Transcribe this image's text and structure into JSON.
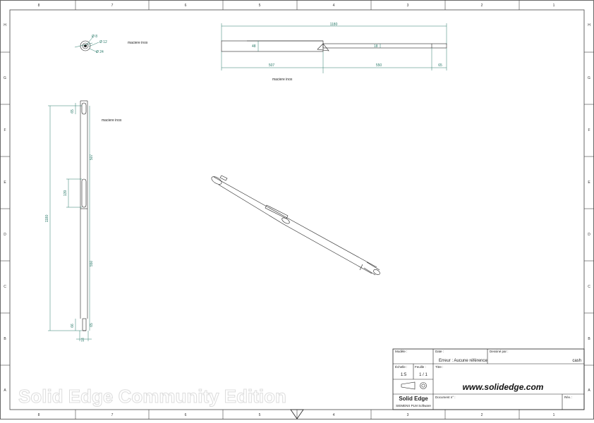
{
  "border": {
    "columns": [
      "8",
      "7",
      "6",
      "5",
      "4",
      "3",
      "2",
      "1"
    ],
    "rows": [
      "H",
      "G",
      "F",
      "E",
      "D",
      "C",
      "B",
      "A"
    ]
  },
  "notes": {
    "material_1": "maciere inox",
    "material_2": "maciere inox",
    "material_3": "maciere inox"
  },
  "detail_view": {
    "dims": [
      "Ø 8",
      "Ø 12",
      "Ø 24"
    ]
  },
  "top_view": {
    "dims": {
      "overall": "1180",
      "left_len": "507",
      "right_len": "550",
      "tip_len": "65",
      "dia_left": "48",
      "dia_right": "18"
    }
  },
  "side_view": {
    "dims": {
      "overall": "1180",
      "slot_top": "65",
      "upper": "507",
      "mid_slot": "139",
      "lower": "550",
      "tip": "65",
      "bottom_a": "66",
      "bottom_w": "18"
    }
  },
  "title_block": {
    "made_by_label": "Modèle :",
    "date_label": "Date :",
    "drawn_by_label": "Dessiné par :",
    "error_value": "Erreur : Aucune référence",
    "drawn_by_value": "cash",
    "scale_label": "Échelle :",
    "scale_value": "1:5",
    "sheet_label": "Feuille :",
    "sheet_value": "1 / 1",
    "title_label": "Titre :",
    "url": "www.solidedge.com",
    "brand": "Solid Edge",
    "vendor": "SIEMENS PLM Software",
    "doc_label": "Document n° :",
    "rev_label": "Rév. :"
  },
  "watermark": "Solid Edge Community Edition"
}
